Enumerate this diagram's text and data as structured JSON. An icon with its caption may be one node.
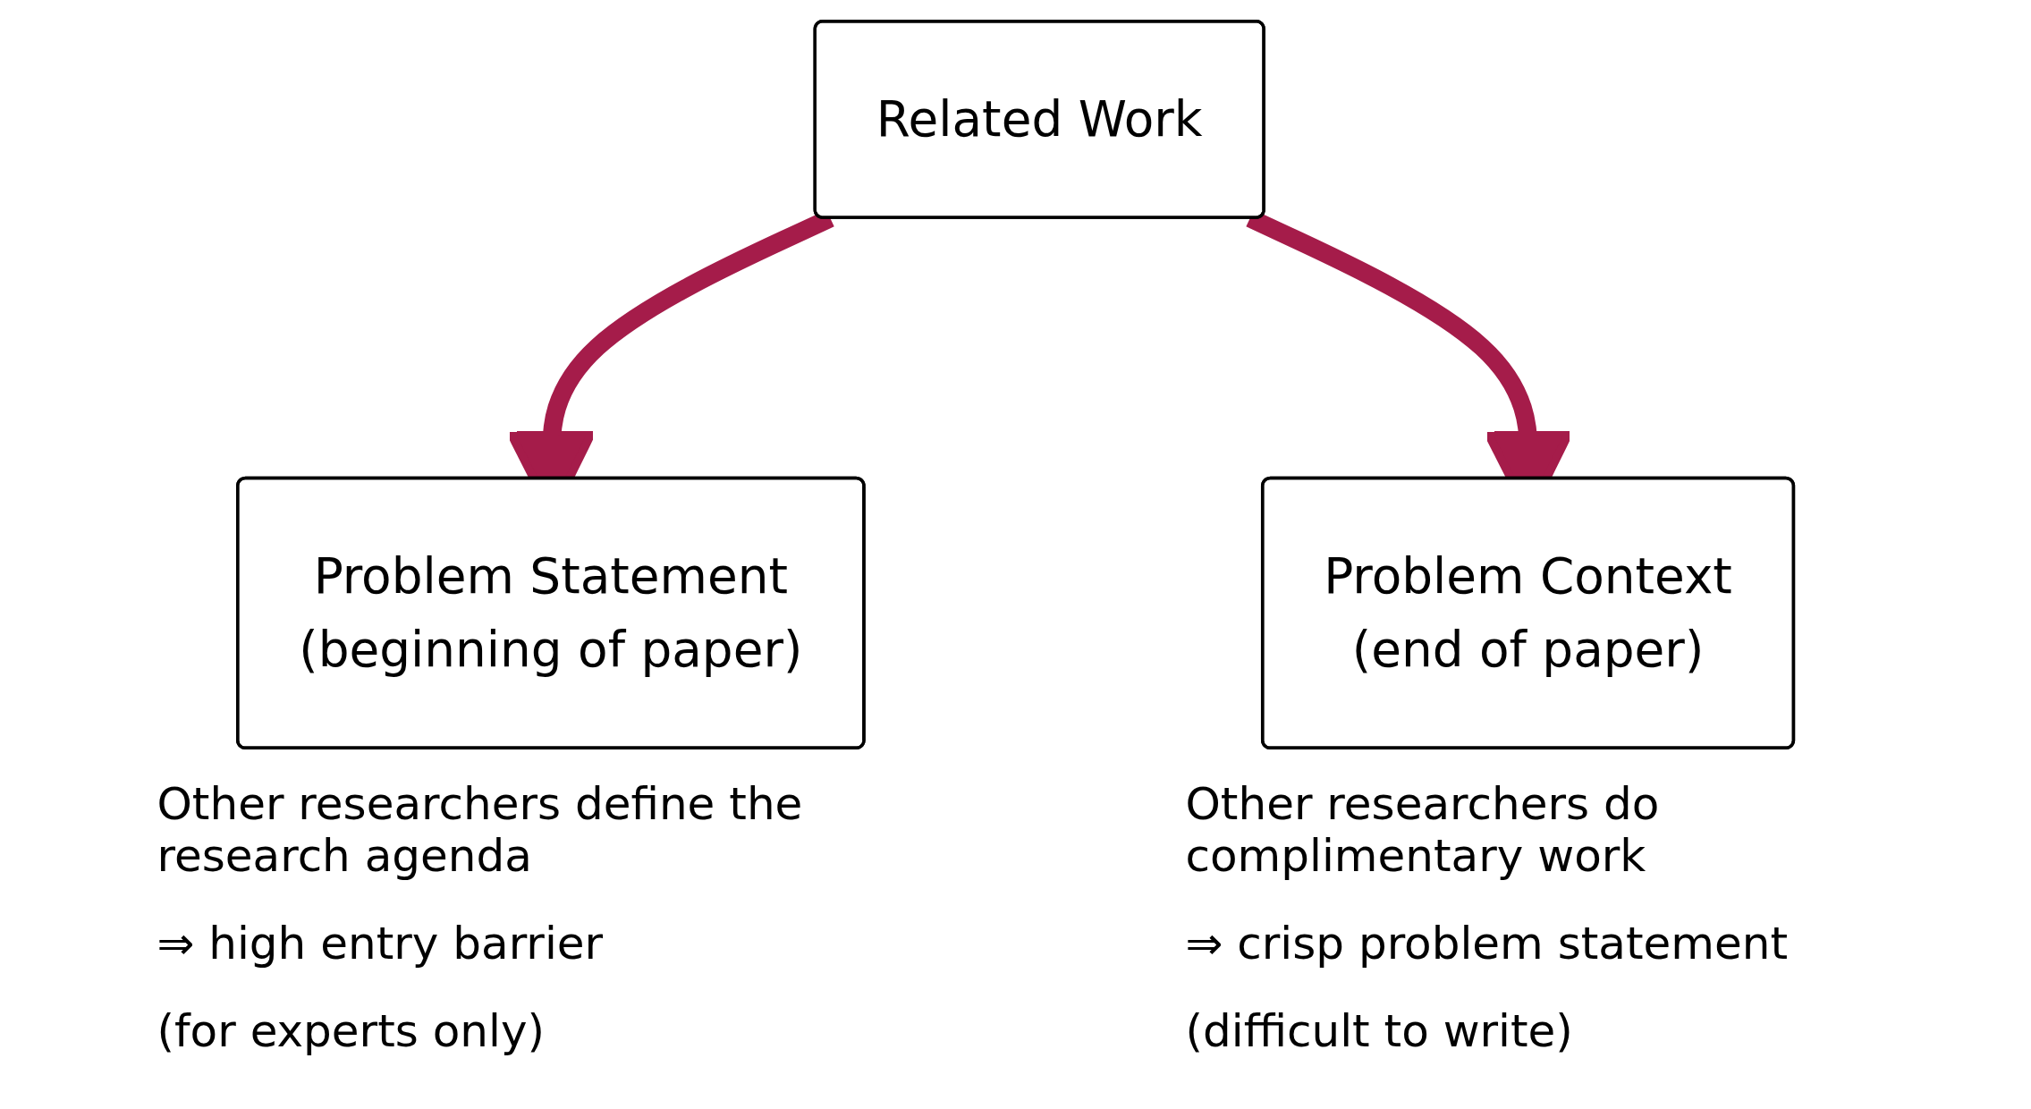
{
  "diagram": {
    "nodes": [
      {
        "text": [
          "Related Work"
        ]
      },
      {
        "text": [
          "Problem Statement",
          "(beginning of paper)"
        ],
        "beside": [
          "Other researchers define the research agenda",
          "⇒ high entry barrier",
          "(for experts only)"
        ]
      },
      {
        "text": [
          "Problem Context",
          "(end of paper)"
        ],
        "beside": [
          "Other researchers do complimentary work",
          "⇒ crisp problem statement",
          "(difficult to write)"
        ]
      }
    ],
    "edges": [
      {
        "from": 0,
        "to": 1,
        "arrow": "to"
      },
      {
        "from": 0,
        "to": 2,
        "arrow": "to"
      }
    ]
  }
}
